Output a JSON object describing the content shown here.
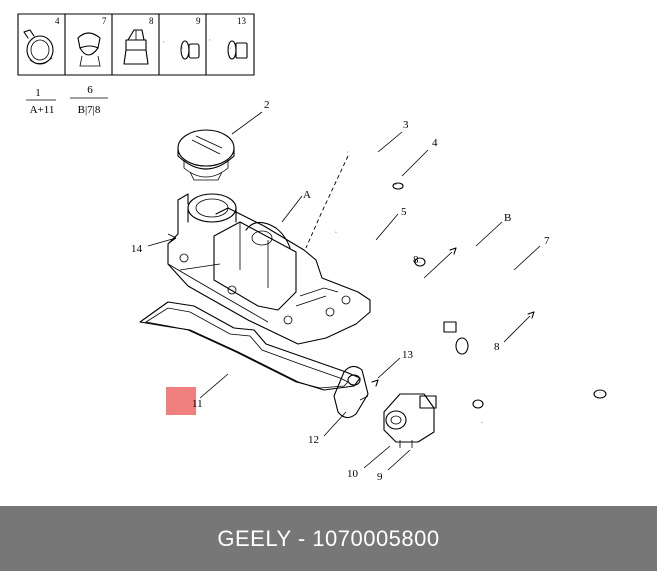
{
  "legend": {
    "cells": [
      {
        "number": "4",
        "icon": "hose-clamp-icon"
      },
      {
        "number": "7",
        "icon": "hose-clip-icon"
      },
      {
        "number": "8",
        "icon": "retainer-clip-icon"
      },
      {
        "number": "9",
        "icon": "flange-bolt-icon"
      },
      {
        "number": "13",
        "icon": "hex-bolt-icon"
      }
    ],
    "kit_1": {
      "label": "1",
      "contents": "A+11"
    },
    "kit_6": {
      "label": "6",
      "contents": "B|7|8"
    }
  },
  "callouts": {
    "c1": "2",
    "c2": "3",
    "c3": "4",
    "c4": "A",
    "c5": "5",
    "c6": "B",
    "c7": "7",
    "c8": "8",
    "c9": "8",
    "c10": "14",
    "c11": "13",
    "c12": "11",
    "c13": "12",
    "c14": "10",
    "c15": "9"
  },
  "highlight": {
    "color": "#f08080"
  },
  "footer": {
    "text": "GEELY - 1070005800",
    "background": "#777777",
    "color": "#ffffff"
  }
}
